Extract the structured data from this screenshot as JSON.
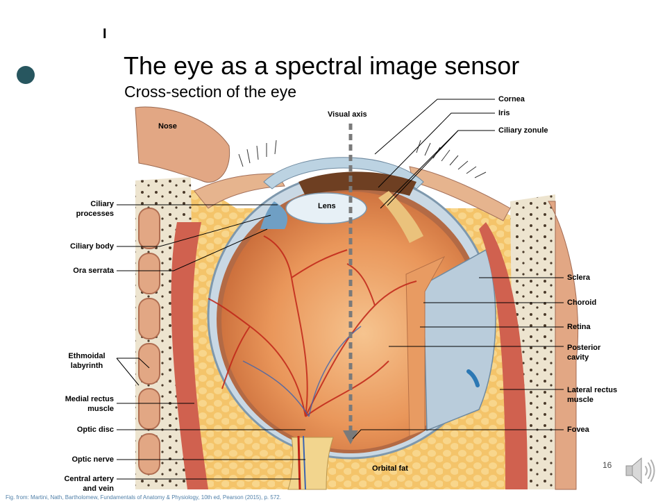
{
  "slide": {
    "marker": "I",
    "title": "The eye as a spectral image sensor",
    "subtitle": "Cross-section of the eye",
    "page_number": "16",
    "caption": "Fig. from: Martini, Nath, Bartholomew, Fundamentals of Anatomy & Physiology, 10th ed, Pearson (2015), p. 572."
  },
  "labels": {
    "nose": "Nose",
    "visual_axis": "Visual axis",
    "cornea": "Cornea",
    "iris": "Iris",
    "ciliary_zonule": "Ciliary zonule",
    "lens": "Lens",
    "ciliary_processes_1": "Ciliary",
    "ciliary_processes_2": "processes",
    "ciliary_body": "Ciliary body",
    "ora_serrata": "Ora serrata",
    "sclera": "Sclera",
    "choroid": "Choroid",
    "retina": "Retina",
    "posterior_cavity_1": "Posterior",
    "posterior_cavity_2": "cavity",
    "ethmoidal_labyrinth_1": "Ethmoidal",
    "ethmoidal_labyrinth_2": "labyrinth",
    "medial_rectus_1": "Medial rectus",
    "medial_rectus_2": "muscle",
    "lateral_rectus_1": "Lateral rectus",
    "lateral_rectus_2": "muscle",
    "optic_disc": "Optic disc",
    "fovea": "Fovea",
    "optic_nerve": "Optic nerve",
    "orbital_fat": "Orbital fat",
    "central_artery_1": "Central artery",
    "central_artery_2": "and vein"
  },
  "icons": {
    "bullet": "bullet-dot",
    "speaker": "speaker-icon"
  },
  "colors": {
    "bullet": "#27565f",
    "caption": "#4f7fa8",
    "axis": "#7a7a7a"
  }
}
